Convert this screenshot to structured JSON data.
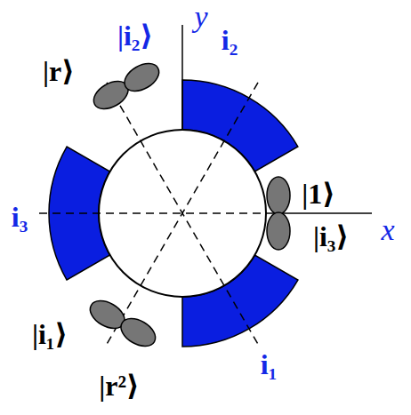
{
  "diagram": {
    "labels": [
      "y",
      "|i₂⟩",
      "|r⟩",
      "i₂",
      "|1⟩",
      "|i₃⟩",
      "x",
      "i₃",
      "|i₁⟩",
      "|r²⟩",
      "i₁"
    ]
  }
}
